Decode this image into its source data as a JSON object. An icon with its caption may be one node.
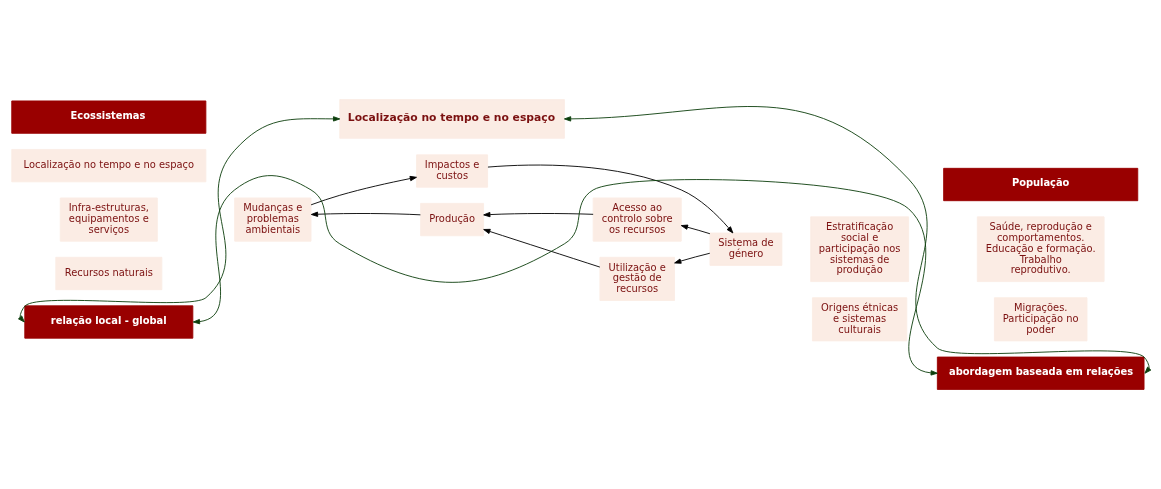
{
  "diagram": {
    "nodes": [
      {
        "text": [
          "Localização no tempo e no espaço"
        ]
      },
      {
        "text": [
          "Ecossistemas"
        ]
      },
      {
        "text": [
          "Localização no tempo e no espaço"
        ]
      },
      {
        "text": [
          "Infra-estruturas, equipamentos e serviços"
        ]
      },
      {
        "text": [
          "Recursos naturais"
        ]
      },
      {
        "text": [
          "Mudanças e problemas ambientais"
        ]
      },
      {
        "text": [
          "Impactos e custos"
        ]
      },
      {
        "text": [
          "Produção"
        ]
      },
      {
        "text": [
          "Utilização e gestão de recursos"
        ]
      },
      {
        "text": [
          "Acesso ao controlo sobre os recursos"
        ]
      },
      {
        "text": [
          "População"
        ]
      },
      {
        "text": [
          "Sistema de género"
        ]
      },
      {
        "text": [
          "Estratificação social e participação nos sistemas de produção"
        ]
      },
      {
        "text": [
          "Saúde, reprodução e comportamentos. Educação e formação. Trabalho reprodutivo."
        ]
      },
      {
        "text": [
          "Origens étnicas e sistemas culturais"
        ]
      },
      {
        "text": [
          "Migrações. Participação no poder"
        ]
      },
      {
        "text": [
          "relação local - global"
        ]
      },
      {
        "text": [
          "abordagem baseada em relações"
        ]
      }
    ],
    "edges": [
      {
        "from": 16,
        "to": 0,
        "arrow": "both",
        "color": "#0b3d0b"
      },
      {
        "from": 17,
        "to": 0,
        "arrow": "both",
        "color": "#0b3d0b"
      },
      {
        "from": 16,
        "to": 17,
        "arrow": "both",
        "color": "#0b3d0b"
      },
      {
        "from": 5,
        "to": 6,
        "arrow": "to"
      },
      {
        "from": 6,
        "to": 11,
        "arrow": "to"
      },
      {
        "from": 11,
        "to": 8,
        "arrow": "to"
      },
      {
        "from": 11,
        "to": 9,
        "arrow": "to"
      },
      {
        "from": 8,
        "to": 7,
        "arrow": "to"
      },
      {
        "from": 9,
        "to": 7,
        "arrow": "to"
      },
      {
        "from": 7,
        "to": 5,
        "arrow": "to"
      }
    ]
  }
}
